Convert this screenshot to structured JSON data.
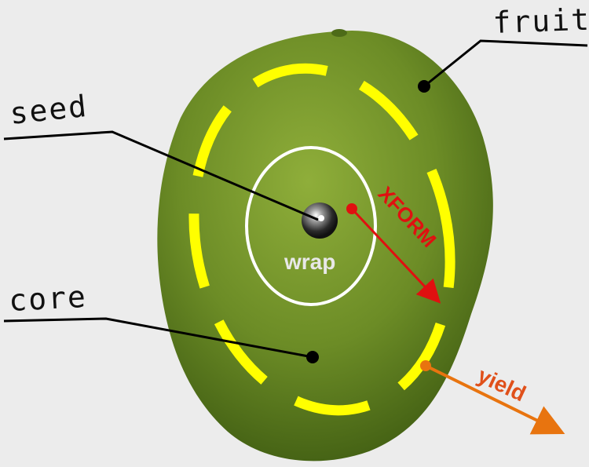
{
  "labels": {
    "fruit": "fruit",
    "seed": "seed",
    "core": "core",
    "wrap": "wrap",
    "xform": "XFORM",
    "yield": "yield"
  },
  "colors": {
    "background": "#ececec",
    "fruit_body": "#6f8f2a",
    "dashed_ring": "#ffff00",
    "inner_ring": "#ffffff",
    "xform_arrow": "#e01010",
    "yield_arrow": "#e8740f",
    "leader_lines": "#000000"
  },
  "icons": {
    "seed": "metal-ball-icon"
  }
}
